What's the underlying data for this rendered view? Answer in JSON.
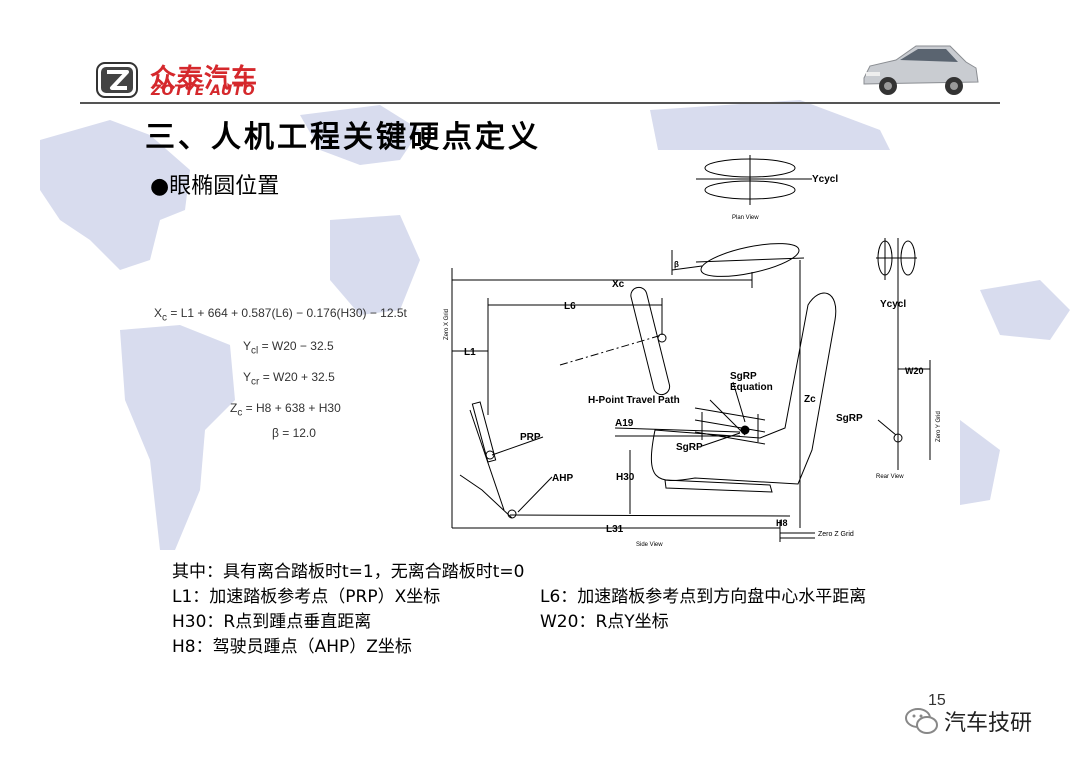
{
  "header": {
    "brand_cn": "众泰汽车",
    "brand_en": "ZOTYE AUTO",
    "logo_letter": "Z"
  },
  "slide": {
    "title": "三、人机工程关键硬点定义",
    "bullet": "●眼椭圆位置",
    "page_number": "15"
  },
  "formulas": {
    "xc_lhs": "X",
    "xc_sub": "c",
    "xc_rhs": " = L1 + 664 + 0.587(L6) − 0.176(H30) − 12.5t",
    "ycl_lhs": "Y",
    "ycl_sub": "cl",
    "ycl_rhs": " = W20 − 32.5",
    "ycr_lhs": "Y",
    "ycr_sub": "cr",
    "ycr_rhs": " = W20 + 32.5",
    "zc_lhs": "Z",
    "zc_sub": "c",
    "zc_rhs": " = H8 + 638 + H30",
    "beta": "β = 12.0"
  },
  "diagram": {
    "plan_view": "Plan View",
    "side_view": "Side View",
    "rear_view": "Rear View",
    "ycycl_top": "Ycycl",
    "ycycl_rear": "Ycycl",
    "xc": "Xc",
    "l6": "L6",
    "l1": "L1",
    "zero_x_grid": "Zero X Grid",
    "beta": "β",
    "sgrp_equation_1": "SgRP",
    "sgrp_equation_2": "Equation",
    "h_point_travel_path": "H-Point Travel Path",
    "a19": "A19",
    "sgrp_side": "SgRP",
    "sgrp_rear": "SgRP",
    "zc": "Zc",
    "w20": "W20",
    "zero_y_grid": "Zero Y Grid",
    "prp": "PRP",
    "ahp": "AHP",
    "h30": "H30",
    "l31": "L31",
    "h8": "H8",
    "zero_z_grid": "Zero Z Grid"
  },
  "notes": {
    "line1": "其中：具有离合踏板时t=1，无离合踏板时t=0",
    "l1_def": "L1：加速踏板参考点（PRP）X坐标",
    "l6_def": "L6：加速踏板参考点到方向盘中心水平距离",
    "h30_def": "H30：R点到踵点垂直距离",
    "w20_def": "W20：R点Y坐标",
    "h8_def": "H8：驾驶员踵点（AHP）Z坐标"
  },
  "watermark": {
    "text": "汽车技研",
    "icon": "wechat-icon"
  },
  "colors": {
    "brand_red": "#d5282c",
    "map_blue": "#d4d9ec"
  }
}
